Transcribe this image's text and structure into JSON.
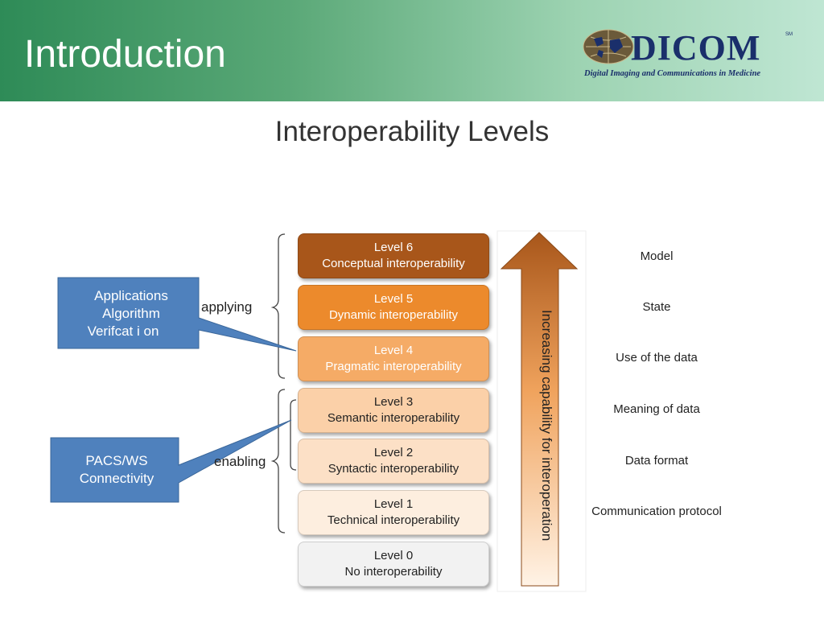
{
  "header": {
    "title": "Introduction"
  },
  "logo": {
    "wordmark": "DICOM",
    "sm": "SM",
    "subtitle": "Digital Imaging and Communications in Medicine"
  },
  "diagram": {
    "title": "Interoperability Levels",
    "levels": [
      {
        "level": "Level 6",
        "name": "Conceptual interoperability",
        "right": "Model",
        "fill": "#a8561a",
        "text": "#ffffff"
      },
      {
        "level": "Level 5",
        "name": "Dynamic interoperability",
        "right": "State",
        "fill": "#ec8a2c",
        "text": "#ffffff"
      },
      {
        "level": "Level 4",
        "name": "Pragmatic interoperability",
        "right": "Use of the data",
        "fill": "#f5ab66",
        "text": "#ffffff"
      },
      {
        "level": "Level 3",
        "name": "Semantic interoperability",
        "right": "Meaning of data",
        "fill": "#fbd0a8",
        "text": "#222222"
      },
      {
        "level": "Level 2",
        "name": "Syntactic interoperability",
        "right": "Data format",
        "fill": "#fce0c6",
        "text": "#222222"
      },
      {
        "level": "Level 1",
        "name": "Technical interoperability",
        "right": "Communication protocol",
        "fill": "#fdeedf",
        "text": "#222222"
      },
      {
        "level": "Level 0",
        "name": "No interoperability",
        "right": "",
        "fill": "#f2f2f2",
        "text": "#222222"
      }
    ],
    "bracket_applying": "applying",
    "bracket_enabling": "enabling",
    "arrow_label": "Increasing capability for interoperation",
    "callout_applications": [
      "Applications",
      "Algorithm",
      "Verifcat i on"
    ],
    "callout_pacs": [
      "PACS/WS",
      "Connectivity"
    ],
    "callout_color": "#4f81bd"
  }
}
